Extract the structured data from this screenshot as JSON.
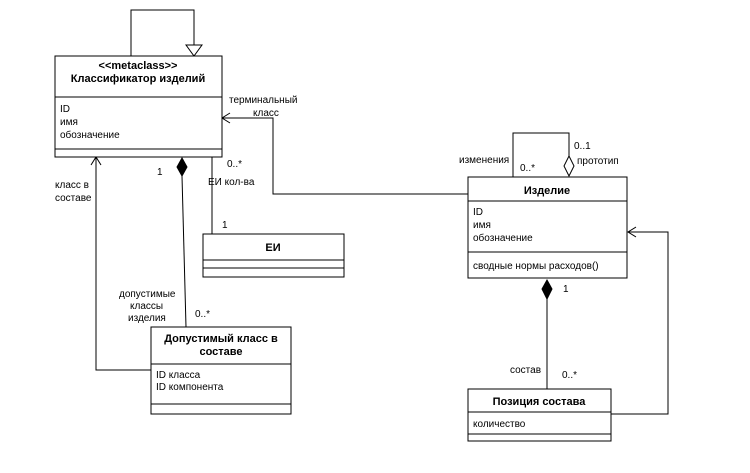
{
  "classes": {
    "classifier": {
      "stereotype": "<<metaclass>>",
      "name": "Классификатор изделий",
      "attributes": [
        "ID",
        "имя",
        "обозначение"
      ]
    },
    "unit": {
      "name": "ЕИ"
    },
    "allowed_class": {
      "name_line1": "Допустимый класс в",
      "name_line2": "составе",
      "attributes": [
        "ID класса",
        "ID компонента"
      ]
    },
    "product": {
      "name": "Изделие",
      "attributes": [
        "ID",
        "имя",
        "обозначение"
      ],
      "operations": [
        "сводные нормы расходов()"
      ]
    },
    "position": {
      "name": "Позиция состава",
      "attributes": [
        "количество"
      ]
    }
  },
  "labels": {
    "terminal_class_line1": "терминальный",
    "terminal_class_line2": "класс",
    "unit_qty": "ЕИ кол-ва",
    "mult_unit_top": "0..*",
    "mult_unit_bottom": "1",
    "class_in_composition_line1": "класс в",
    "class_in_composition_line2": "составе",
    "mult_allowed_one": "1",
    "allowed_classes_line1": "допустимые",
    "allowed_classes_line2": "классы",
    "allowed_classes_line3": "изделия",
    "mult_allowed_many": "0..*",
    "changes": "изменения",
    "mult_changes": "0..*",
    "mult_prototype": "0..1",
    "prototype": "прототип",
    "mult_product_one": "1",
    "composition": "состав",
    "mult_position_many": "0..*"
  }
}
